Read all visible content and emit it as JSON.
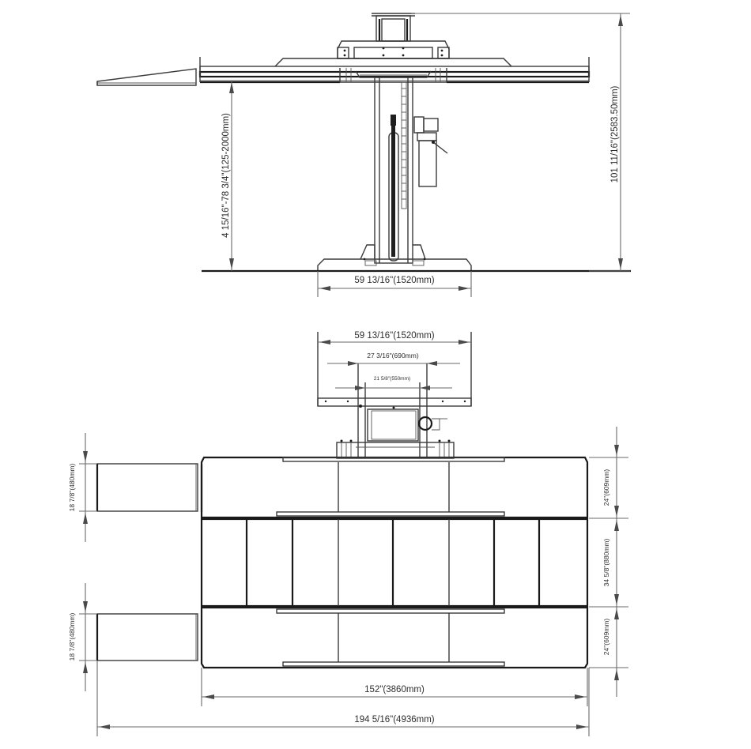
{
  "drawing": {
    "type": "engineering-dimension-drawing",
    "subject": "single-post scissor/parking lift",
    "views": {
      "side_elevation": {
        "dimensions": {
          "lift_height_range": "4 15/16\"-78 3/4\"(125-2000mm)",
          "overall_height": "101 11/16\"(2583.50mm)",
          "base_width": "59 13/16\"(1520mm)"
        }
      },
      "plan_view": {
        "dimensions": {
          "column_width": "59 13/16\"(1520mm)",
          "inner_span_1": "27 3/16\"(690mm)",
          "inner_span_2": "21 5/8\"(550mm)",
          "ramp_width_top": "18 7/8\"(480mm)",
          "ramp_width_bottom": "18 7/8\"(480mm)",
          "runway_width_top": "24\"(609mm)",
          "center_gap": "34 5/8\"(880mm)",
          "runway_width_bottom": "24\"(609mm)",
          "platform_length": "152\"(3860mm)",
          "overall_length": "194 5/16\"(4936mm)"
        }
      }
    },
    "colors": {
      "line": "#3a3a3a",
      "heavy_line": "#1a1a1a",
      "dimension_line": "#6a6a6a",
      "text": "#2e2e2e",
      "background": "#ffffff"
    }
  }
}
